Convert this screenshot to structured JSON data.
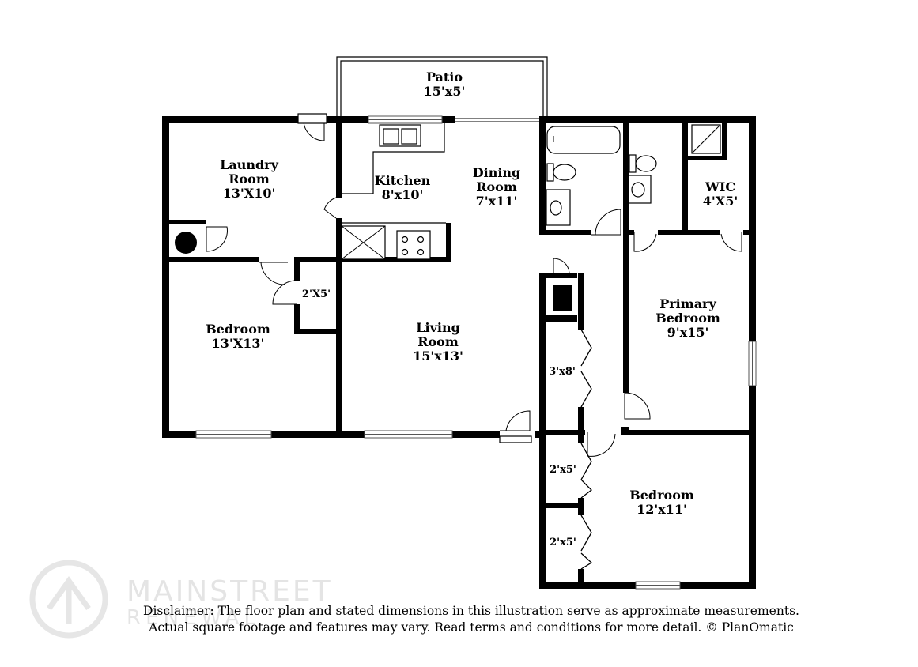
{
  "rooms": {
    "patio": {
      "name": "Patio",
      "size": "15'x5'"
    },
    "laundry": {
      "name_line1": "Laundry",
      "name_line2": "Room",
      "size": "13'X10'"
    },
    "kitchen": {
      "name": "Kitchen",
      "size": "8'x10'"
    },
    "dining": {
      "name_line1": "Dining",
      "name_line2": "Room",
      "size": "7'x11'"
    },
    "wic": {
      "name": "WIC",
      "size": "4'X5'"
    },
    "closet_small": {
      "size": "2'X5'"
    },
    "bedroom_left": {
      "name": "Bedroom",
      "size": "13'X13'"
    },
    "living": {
      "name_line1": "Living",
      "name_line2": "Room",
      "size": "15'x13'"
    },
    "hall_closet": {
      "size": "3'x8'"
    },
    "primary_bedroom": {
      "name_line1": "Primary",
      "name_line2": "Bedroom",
      "size": "9'x15'"
    },
    "closet_a": {
      "size": "2'x5'"
    },
    "closet_b": {
      "size": "2'x5'"
    },
    "bedroom_right": {
      "name": "Bedroom",
      "size": "12'x11'"
    }
  },
  "watermark": {
    "brand": "MAINSTREET",
    "sub": "RENEWAL"
  },
  "disclaimer": {
    "line1": "Disclaimer: The floor plan and stated dimensions in this illustration serve as approximate measurements.",
    "line2": "Actual square footage and features may vary. Read terms and conditions for more detail. © PlanOmatic"
  }
}
